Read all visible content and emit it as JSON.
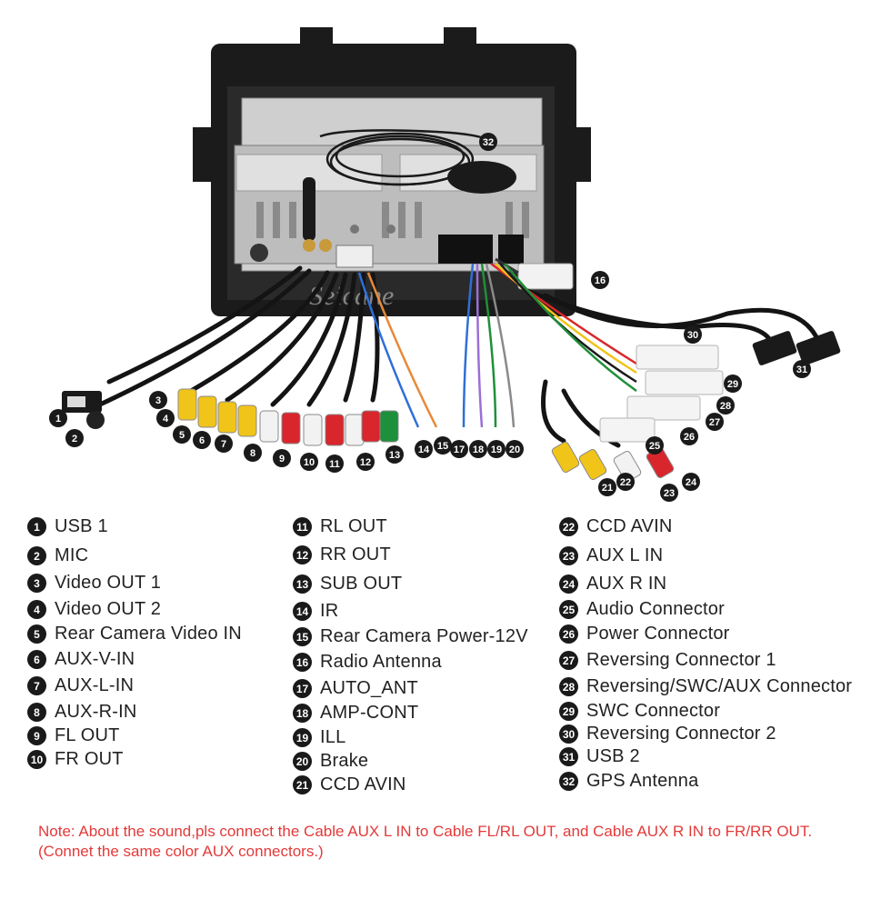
{
  "diagram": {
    "watermark": "Seicane",
    "callouts": [
      "1",
      "2",
      "3",
      "4",
      "5",
      "6",
      "7",
      "8",
      "9",
      "10",
      "11",
      "12",
      "13",
      "14",
      "15",
      "16",
      "17",
      "18",
      "19",
      "20",
      "21",
      "22",
      "23",
      "24",
      "25",
      "26",
      "27",
      "28",
      "29",
      "30",
      "31",
      "32"
    ]
  },
  "legend": {
    "col1": [
      {
        "num": "1",
        "label": "USB 1"
      },
      {
        "num": "2",
        "label": "MIC"
      },
      {
        "num": "3",
        "label": "Video OUT 1"
      },
      {
        "num": "4",
        "label": "Video OUT 2"
      },
      {
        "num": "5",
        "label": "Rear Camera Video IN"
      },
      {
        "num": "6",
        "label": "AUX-V-IN"
      },
      {
        "num": "7",
        "label": "AUX-L-IN"
      },
      {
        "num": "8",
        "label": "AUX-R-IN"
      },
      {
        "num": "9",
        "label": "FL OUT"
      },
      {
        "num": "10",
        "label": "FR OUT"
      }
    ],
    "col2": [
      {
        "num": "11",
        "label": "RL OUT"
      },
      {
        "num": "12",
        "label": "RR OUT"
      },
      {
        "num": "13",
        "label": "SUB OUT"
      },
      {
        "num": "14",
        "label": "IR"
      },
      {
        "num": "15",
        "label": "Rear Camera Power-12V"
      },
      {
        "num": "16",
        "label": "Radio Antenna"
      },
      {
        "num": "17",
        "label": "AUTO_ANT"
      },
      {
        "num": "18",
        "label": "AMP-CONT"
      },
      {
        "num": "19",
        "label": "ILL"
      },
      {
        "num": "20",
        "label": "Brake"
      },
      {
        "num": "21",
        "label": "CCD AVIN"
      }
    ],
    "col3": [
      {
        "num": "22",
        "label": "CCD AVIN"
      },
      {
        "num": "23",
        "label": "AUX L IN"
      },
      {
        "num": "24",
        "label": "AUX R IN"
      },
      {
        "num": "25",
        "label": "Audio Connector"
      },
      {
        "num": "26",
        "label": "Power Connector"
      },
      {
        "num": "27",
        "label": "Reversing Connector 1"
      },
      {
        "num": "28",
        "label": "Reversing/SWC/AUX Connector"
      },
      {
        "num": "29",
        "label": "SWC Connector"
      },
      {
        "num": "30",
        "label": "Reversing Connector 2"
      },
      {
        "num": "31",
        "label": "USB 2"
      },
      {
        "num": "32",
        "label": "GPS Antenna"
      }
    ]
  },
  "note": "Note: About the sound,pls connect the Cable AUX L IN to Cable FL/RL OUT, and Cable AUX R IN to FR/RR OUT.(Connet the same color AUX connectors.)",
  "colors": {
    "note": "#e33a3a",
    "badge": "#1a1a1a",
    "rca_red": "#d8262c",
    "rca_yellow": "#f0c419",
    "rca_white": "#f2f2f2",
    "rca_green": "#1e8f3a"
  }
}
